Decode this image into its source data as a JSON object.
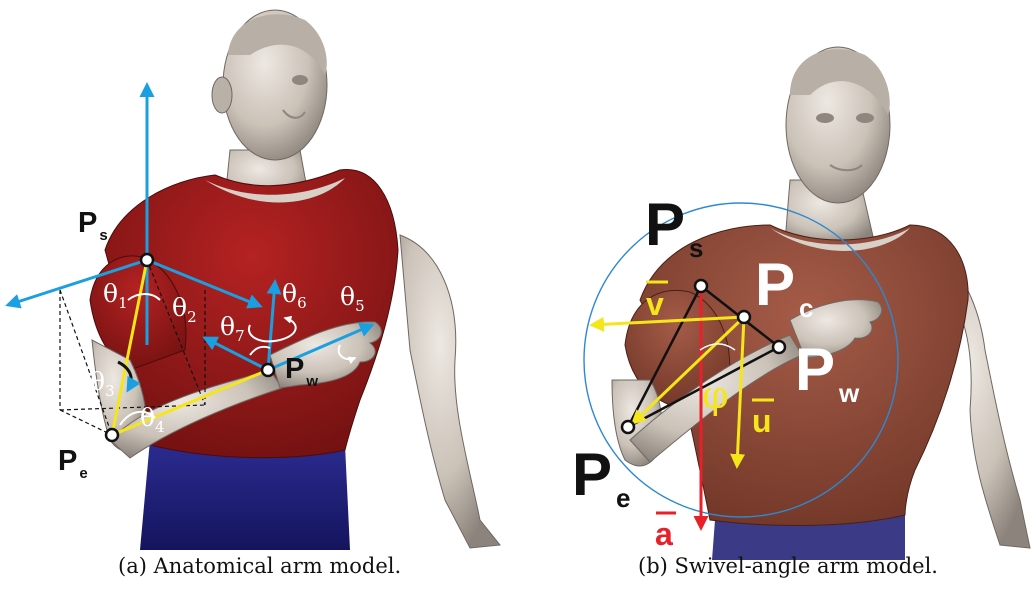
{
  "figure": {
    "panel_a": {
      "caption": "(a) Anatomical arm model.",
      "points": {
        "shoulder": {
          "main": "P",
          "sub": "s"
        },
        "elbow": {
          "main": "P",
          "sub": "e"
        },
        "wrist": {
          "main": "P",
          "sub": "w"
        }
      },
      "angles": [
        {
          "main": "θ",
          "sub": "1"
        },
        {
          "main": "θ",
          "sub": "2"
        },
        {
          "main": "θ",
          "sub": "3"
        },
        {
          "main": "θ",
          "sub": "4"
        },
        {
          "main": "θ",
          "sub": "5"
        },
        {
          "main": "θ",
          "sub": "6"
        },
        {
          "main": "θ",
          "sub": "7"
        }
      ]
    },
    "panel_b": {
      "caption": "(b) Swivel-angle arm model.",
      "points": {
        "shoulder": {
          "main": "P",
          "sub": "s"
        },
        "center": {
          "main": "P",
          "sub": "c"
        },
        "wrist": {
          "main": "P",
          "sub": "w"
        },
        "elbow": {
          "main": "P",
          "sub": "e"
        }
      },
      "vectors": {
        "v": "v",
        "u": "u",
        "a": "a"
      },
      "swivel_angle": "φ"
    },
    "colors": {
      "axis_blue": "#1a9fe0",
      "arm_yellow": "#f5e61a",
      "gravity_red": "#e8202a",
      "shirt_red": "#8e1a1a",
      "shirt_b": "#8d4a3a",
      "pants_blue": "#23237a",
      "skin": "#cfc6bc"
    }
  }
}
